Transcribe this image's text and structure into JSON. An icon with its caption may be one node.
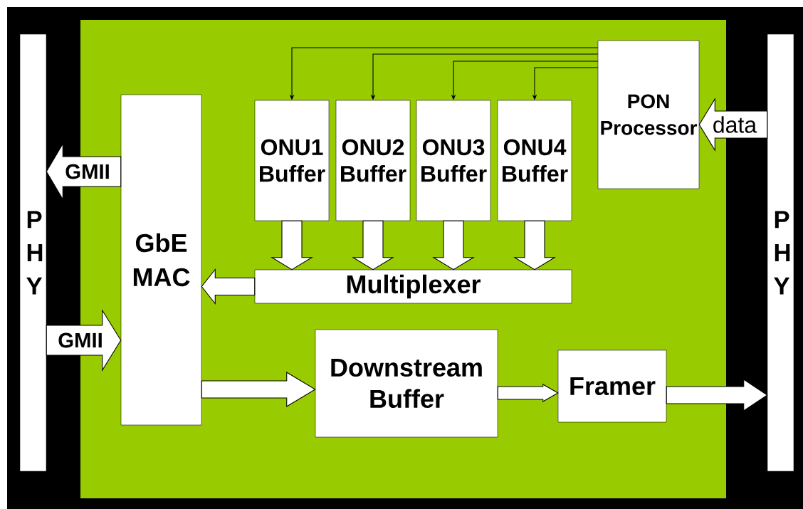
{
  "diagram": {
    "nodes": [
      {
        "text": [
          "P H Y"
        ]
      },
      {
        "text": [
          "P H Y"
        ]
      },
      {
        "text": [
          "GbE MAC"
        ]
      },
      {
        "text": [
          "ONU1 Buffer"
        ]
      },
      {
        "text": [
          "ONU2 Buffer"
        ]
      },
      {
        "text": [
          "ONU3 Buffer"
        ]
      },
      {
        "text": [
          "ONU4 Buffer"
        ]
      },
      {
        "text": [
          "PON Processor"
        ]
      },
      {
        "text": [
          "Multiplexer"
        ]
      },
      {
        "text": [
          "Downstream Buffer"
        ]
      },
      {
        "text": [
          "Framer"
        ]
      }
    ],
    "edges": [
      {
        "from": 2,
        "to": 0,
        "arrow": "to",
        "label": "GMII"
      },
      {
        "from": 0,
        "to": 2,
        "arrow": "to",
        "label": "GMII"
      },
      {
        "from": 7,
        "to": 3,
        "arrow": "to"
      },
      {
        "from": 7,
        "to": 4,
        "arrow": "to"
      },
      {
        "from": 7,
        "to": 5,
        "arrow": "to"
      },
      {
        "from": 7,
        "to": 6,
        "arrow": "to"
      },
      {
        "from": 1,
        "to": 7,
        "arrow": "to",
        "label": "data"
      },
      {
        "from": 3,
        "to": 8,
        "arrow": "to"
      },
      {
        "from": 4,
        "to": 8,
        "arrow": "to"
      },
      {
        "from": 5,
        "to": 8,
        "arrow": "to"
      },
      {
        "from": 6,
        "to": 8,
        "arrow": "to"
      },
      {
        "from": 8,
        "to": 2,
        "arrow": "to"
      },
      {
        "from": 2,
        "to": 9,
        "arrow": "to"
      },
      {
        "from": 9,
        "to": 10,
        "arrow": "to"
      },
      {
        "from": 10,
        "to": 1,
        "arrow": "to"
      }
    ]
  }
}
